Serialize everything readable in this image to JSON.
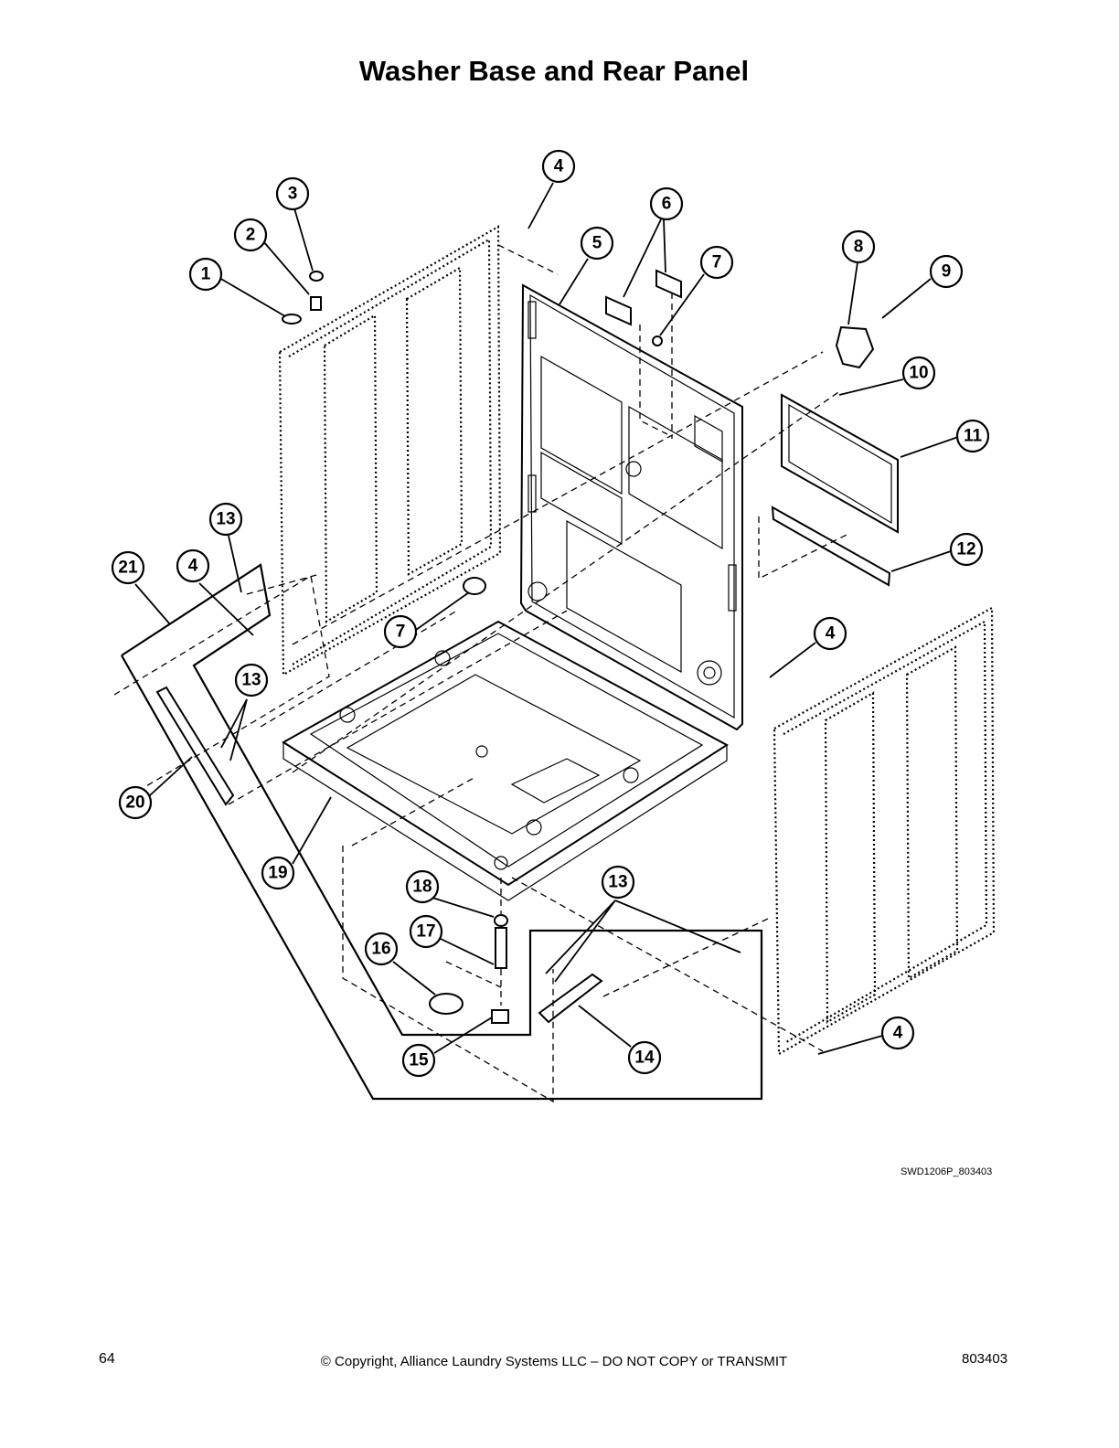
{
  "title": "Washer Base and Rear Panel",
  "drawing_code": "SWD1206P_803403",
  "footer": {
    "page_number": "64",
    "copyright": "© Copyright, Alliance Laundry Systems LLC – DO NOT COPY or TRANSMIT",
    "document_number": "803403"
  },
  "callouts": [
    "1",
    "2",
    "3",
    "4",
    "5",
    "6",
    "7",
    "8",
    "9",
    "10",
    "11",
    "12",
    "13",
    "14",
    "15",
    "16",
    "17",
    "18",
    "19",
    "20",
    "21"
  ]
}
